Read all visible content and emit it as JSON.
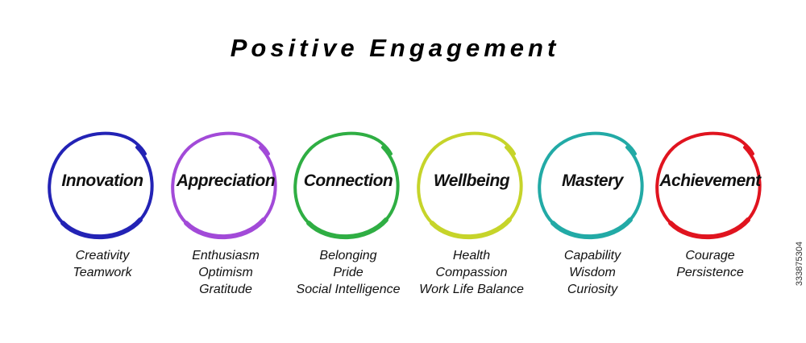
{
  "title": "Positive Engagement",
  "items": [
    {
      "label": "Innovation",
      "color": "#2323b5",
      "subs": [
        "Creativity",
        "Teamwork"
      ]
    },
    {
      "label": "Appreciation",
      "color": "#a24ad8",
      "subs": [
        "Enthusiasm",
        "Optimism",
        "Gratitude"
      ]
    },
    {
      "label": "Connection",
      "color": "#2fae43",
      "subs": [
        "Belonging",
        "Pride",
        "Social Intelligence"
      ]
    },
    {
      "label": "Wellbeing",
      "color": "#c6d42a",
      "subs": [
        "Health",
        "Compassion",
        "Work Life Balance"
      ]
    },
    {
      "label": "Mastery",
      "color": "#22aaa6",
      "subs": [
        "Capability",
        "Wisdom",
        "Curiosity"
      ]
    },
    {
      "label": "Achievement",
      "color": "#e0141f",
      "subs": [
        "Courage",
        "Persistence"
      ]
    }
  ],
  "watermark": "333875304"
}
